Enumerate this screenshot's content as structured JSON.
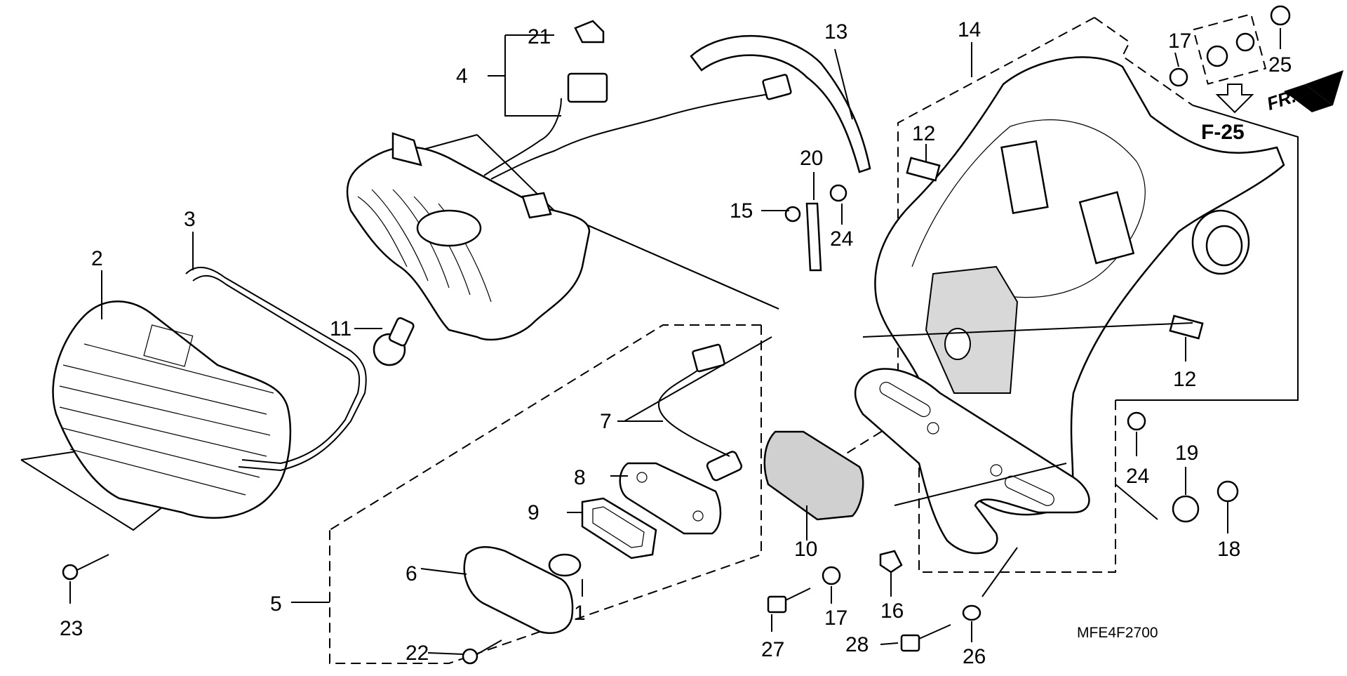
{
  "diagram": {
    "drawing_code": "MFE4F2700",
    "direction_label": "FR.",
    "reference_label": "F-25",
    "callouts": [
      "1",
      "2",
      "3",
      "4",
      "5",
      "6",
      "7",
      "8",
      "9",
      "10",
      "11",
      "12",
      "12",
      "13",
      "14",
      "15",
      "16",
      "17",
      "17",
      "18",
      "19",
      "20",
      "21",
      "22",
      "23",
      "24",
      "24",
      "25",
      "26",
      "27",
      "28"
    ]
  }
}
